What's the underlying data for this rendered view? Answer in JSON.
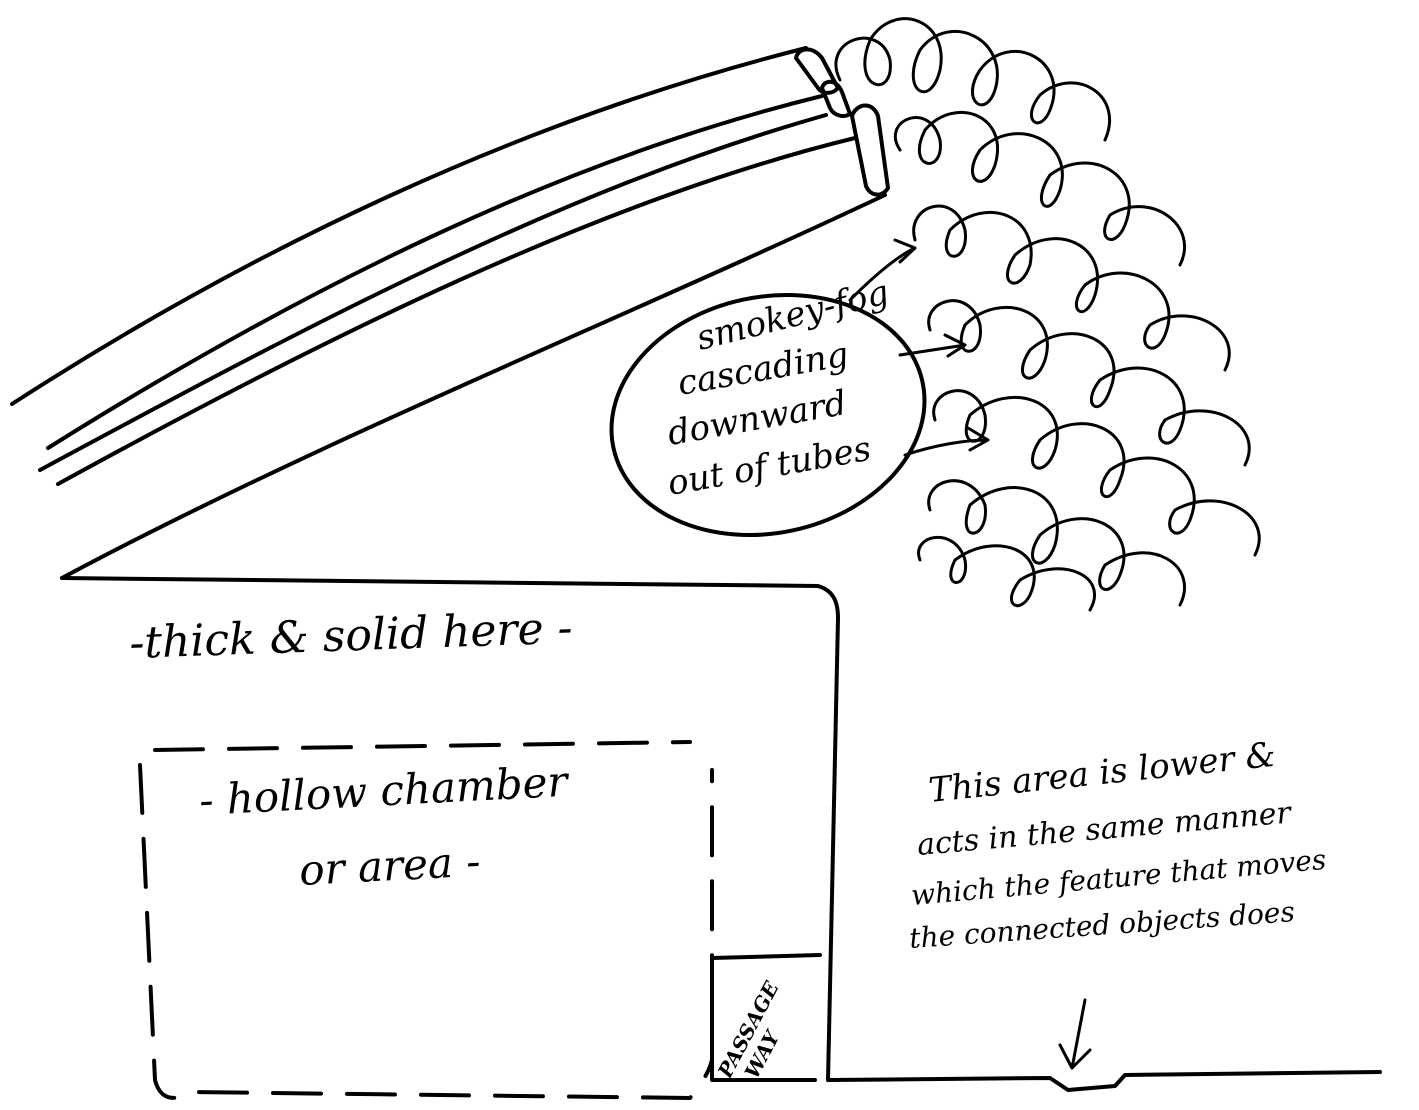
{
  "labels": {
    "smoke_note": [
      "smokey-fog",
      "cascading",
      "downward",
      "out of tubes"
    ],
    "thick_note": "-thick & solid here -",
    "hollow_note": [
      "- hollow chamber",
      "or area -"
    ],
    "passage_note": [
      "PASSAGE",
      "WAY"
    ],
    "lower_note": [
      "This area is lower &",
      "acts in the same manner",
      "which the feature that moves",
      "the connected objects does"
    ]
  },
  "colors": {
    "ink": "#000000",
    "paper": "#ffffff"
  }
}
